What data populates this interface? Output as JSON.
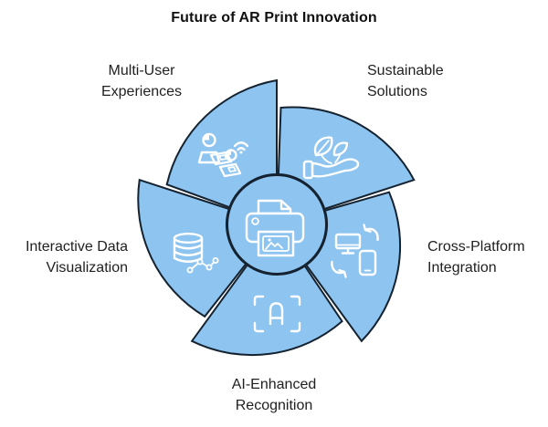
{
  "title": "Future of AR Print Innovation",
  "diagram": {
    "type": "pinwheel",
    "center": {
      "icon": "printer-icon"
    },
    "segments": [
      {
        "label": "Multi-User\nExperiences",
        "icon": "multi-user-icon",
        "position": "top-left"
      },
      {
        "label": "Sustainable\nSolutions",
        "icon": "leaf-in-hand-icon",
        "position": "top-right"
      },
      {
        "label": "Cross-Platform\nIntegration",
        "icon": "device-sync-icon",
        "position": "right"
      },
      {
        "label": "AI-Enhanced\nRecognition",
        "icon": "ai-scan-icon",
        "position": "bottom"
      },
      {
        "label": "Interactive Data\nVisualization",
        "icon": "database-chart-icon",
        "position": "left"
      }
    ],
    "colors": {
      "segment_fill": "#8DC4F0",
      "outline": "#152230",
      "icon_stroke": "#FFFFFF",
      "title_text": "#111111",
      "label_text": "#212121",
      "background": "#FFFFFF"
    }
  }
}
